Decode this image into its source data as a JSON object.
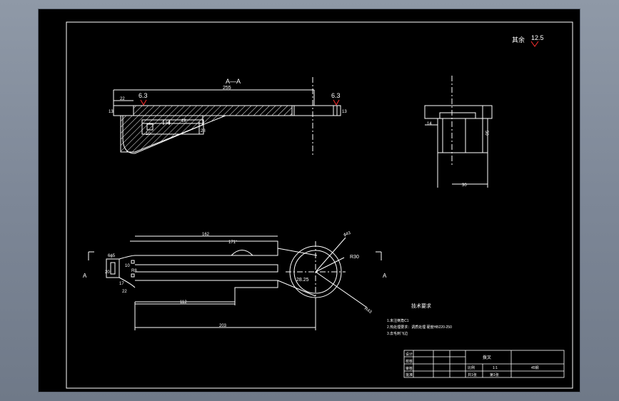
{
  "roughness_general": {
    "label": "其余",
    "value": "12.5"
  },
  "section_view": {
    "title": "A—A",
    "dims": {
      "overall_length": "255",
      "left_step": "22",
      "left_height": "13",
      "right_height": "13",
      "slot_small": "10",
      "slot_width": "58",
      "slot_depth": "28",
      "slot_inner": "18"
    },
    "roughness": [
      "6.3",
      "6.3"
    ]
  },
  "side_view": {
    "dims": {
      "height": "50",
      "inset": "14",
      "width": "30"
    }
  },
  "plan_view": {
    "dims": {
      "upper_length": "162",
      "angle": "171°",
      "hole_dia": "ϕ43",
      "radius_small": "R30",
      "chord": "28.25",
      "radius_big": "R43",
      "lower_length": "112",
      "overall_length": "203",
      "left_hole": "6ϕ5",
      "left_width": "22",
      "left_small": "10",
      "left_sq": "17",
      "left_r": "R8",
      "left_h": "20"
    },
    "section_marks": [
      "A",
      "A"
    ]
  },
  "notes": {
    "heading": "技术要求",
    "lines": [
      "1.未注倒角C1",
      "2.热处理要求：调质处理 硬度HB220-250",
      "3.去毛刺飞边"
    ]
  },
  "title_block": {
    "rows": [
      "设计",
      "校核",
      "审核"
    ],
    "part_name": "拨叉",
    "scale_label": "比例",
    "scale_value": "1:1",
    "material": "45钢",
    "sheet_total": "共1张",
    "sheet_no": "第1张",
    "approve": "批准"
  },
  "colors": {
    "line": "#ffffff",
    "mark": "#ff3030",
    "sheet": "#000000"
  }
}
